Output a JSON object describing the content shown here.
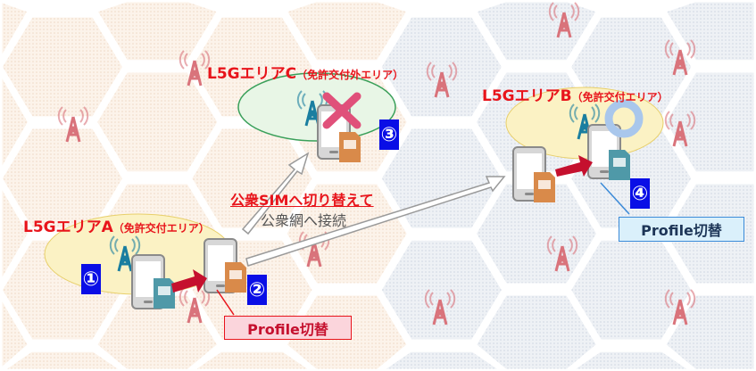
{
  "areas": {
    "a": {
      "title": "L5GエリアA",
      "sub": "（免許交付エリア）"
    },
    "b": {
      "title": "L5GエリアB",
      "sub": "（免許交付エリア）"
    },
    "c": {
      "title": "L5GエリアC",
      "sub": "（免許交付外エリア）"
    }
  },
  "steps": [
    "①",
    "②",
    "③",
    "④"
  ],
  "switch_text": {
    "line1": "公衆SIMへ切り替えて",
    "line2": "公衆網へ接続"
  },
  "profile_labels": {
    "step2": "Profile切替",
    "step4": "Profile切替"
  },
  "colors": {
    "accent_red": "#e8141b",
    "step_blue": "#0a0ee6",
    "tower_pink": "#d9737b",
    "tower_blue": "#1a7ea0",
    "sim_orange": "#d98a4a",
    "sim_teal": "#4f99a8"
  },
  "icons": [
    "cell-tower-icon",
    "smartphone-icon",
    "sim-card-icon",
    "cross-icon",
    "circle-ok-icon"
  ]
}
